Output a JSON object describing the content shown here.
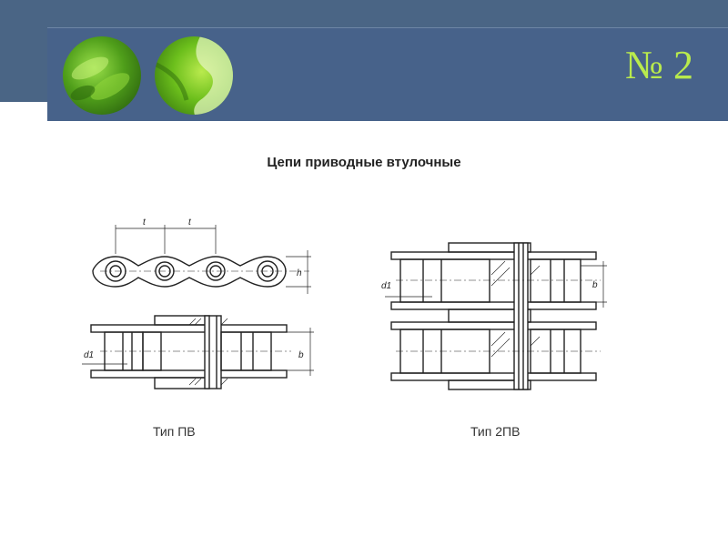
{
  "slide": {
    "number": "№ 2",
    "title": "Цепи приводные втулочные"
  },
  "figures": [
    {
      "caption": "Тип ПВ",
      "dims": [
        "t",
        "t",
        "h",
        "d1",
        "b"
      ]
    },
    {
      "caption": "Тип 2ПВ",
      "dims": [
        "d1",
        "b"
      ]
    }
  ],
  "colors": {
    "banner": "#47628a",
    "accent": "#b9ea4d"
  }
}
